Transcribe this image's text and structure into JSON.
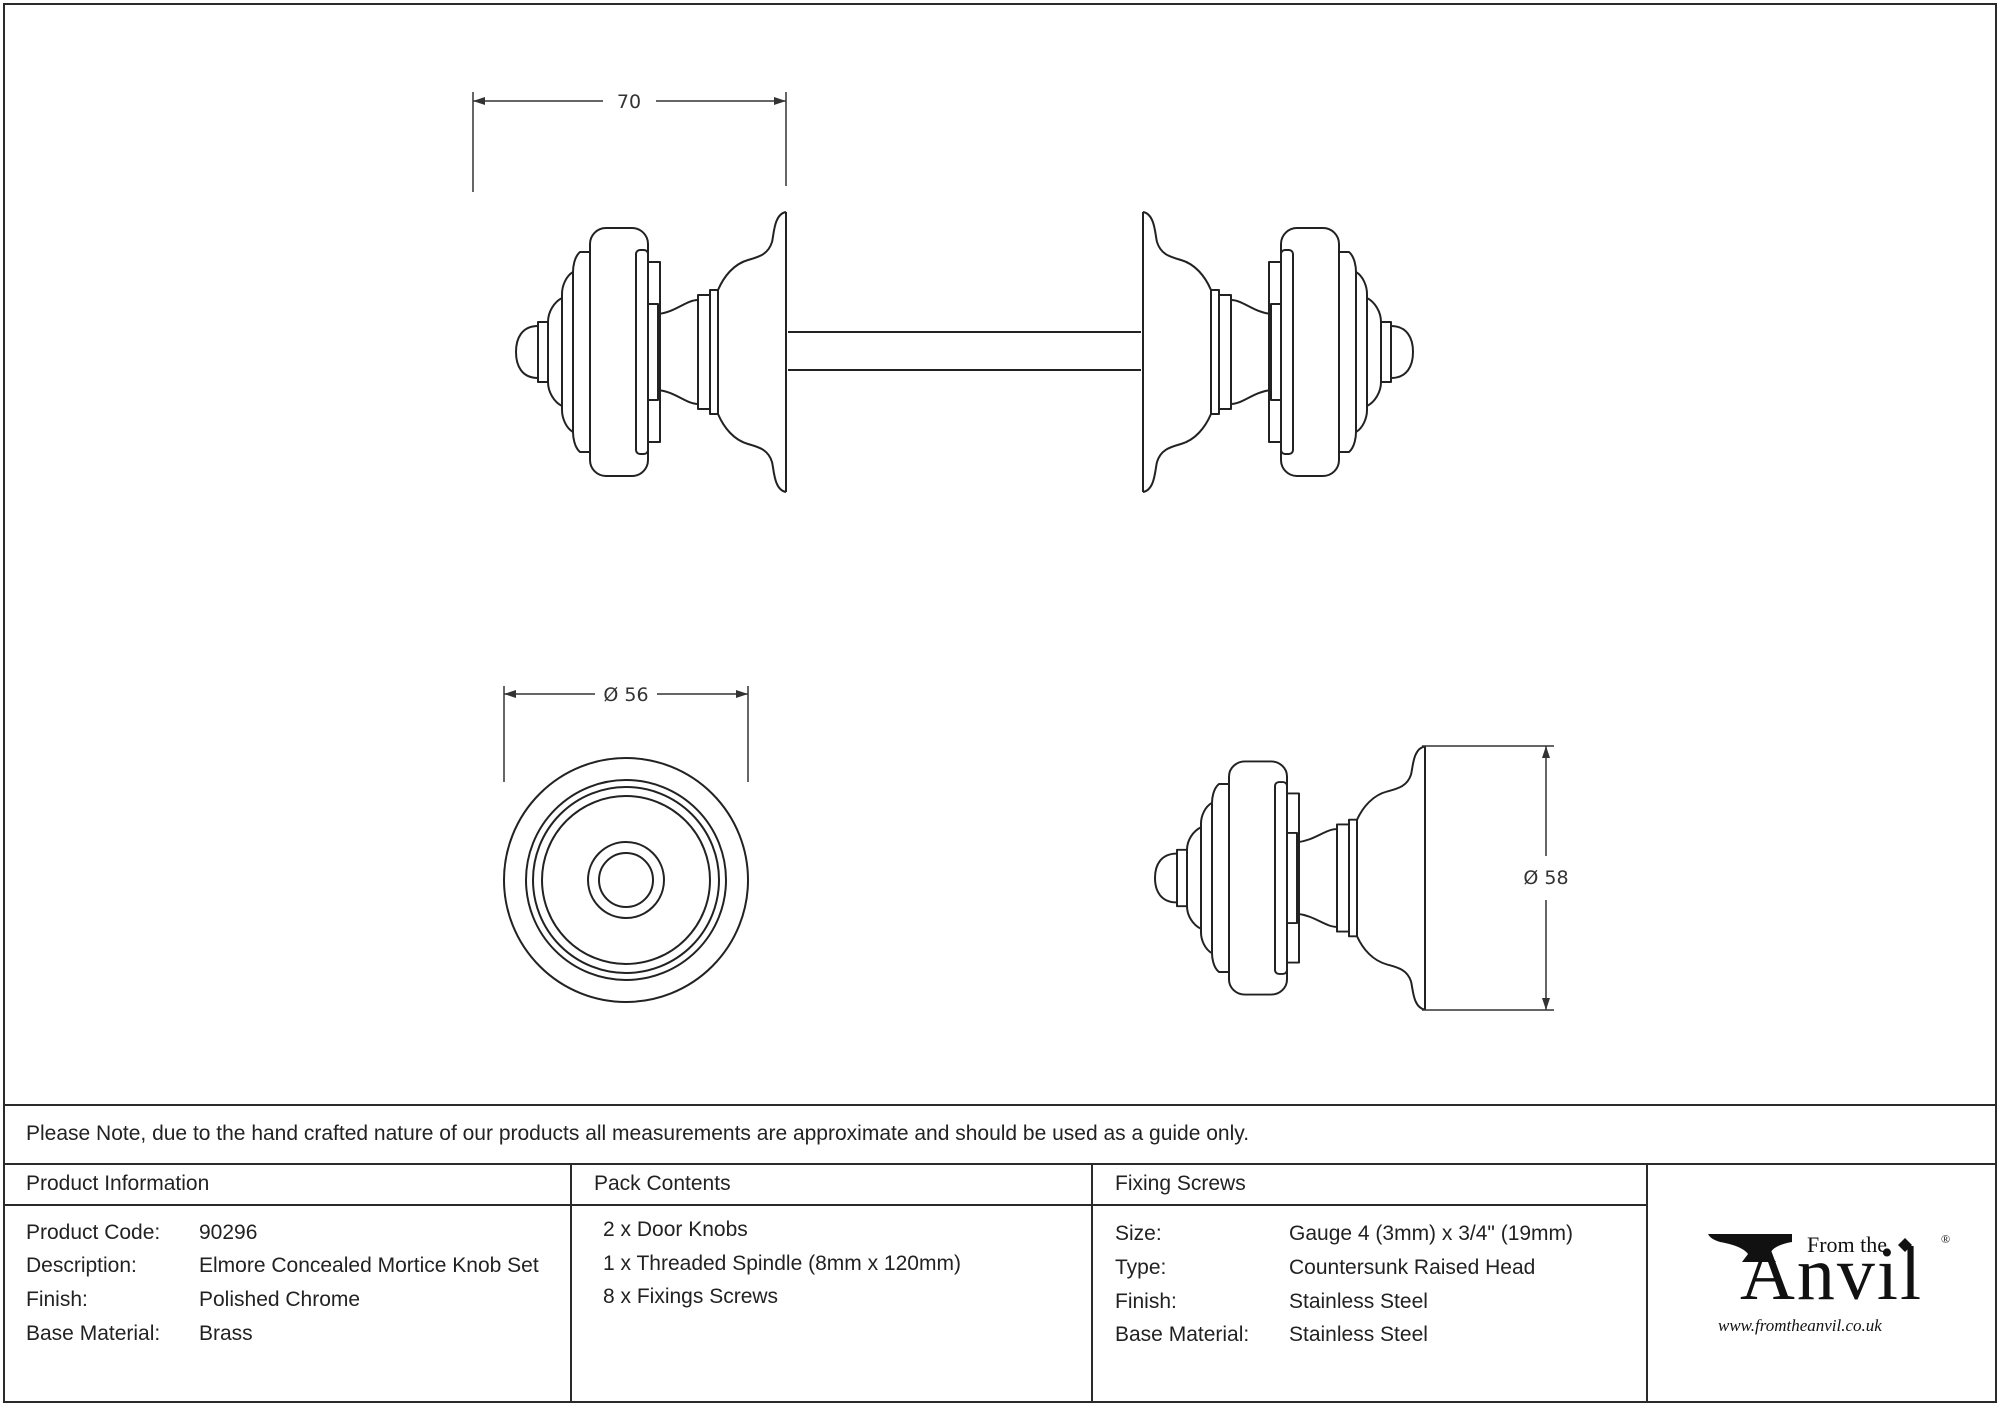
{
  "dimensions": {
    "knob_length": "70",
    "rose_diameter": "Ø 56",
    "knob_diameter": "Ø 58"
  },
  "note": "Please Note, due to the hand crafted nature of our products all measurements are approximate and should be used as a guide only.",
  "product_information": {
    "heading": "Product Information",
    "rows": [
      {
        "label": "Product Code:",
        "value": "90296"
      },
      {
        "label": "Description:",
        "value": "Elmore Concealed Mortice Knob Set"
      },
      {
        "label": "Finish:",
        "value": "Polished Chrome"
      },
      {
        "label": "Base Material:",
        "value": "Brass"
      }
    ]
  },
  "pack_contents": {
    "heading": "Pack Contents",
    "items": [
      "2 x Door Knobs",
      "1 x Threaded Spindle (8mm x 120mm)",
      "8 x Fixings Screws"
    ]
  },
  "fixing_screws": {
    "heading": "Fixing Screws",
    "rows": [
      {
        "label": "Size:",
        "value": "Gauge 4 (3mm) x 3/4\" (19mm)"
      },
      {
        "label": "Type:",
        "value": "Countersunk Raised Head"
      },
      {
        "label": "Finish:",
        "value": "Stainless Steel"
      },
      {
        "label": "Base Material:",
        "value": "Stainless Steel"
      }
    ]
  },
  "logo": {
    "line1": "From the",
    "brand": "Anvil",
    "registered": "®",
    "url": "www.fromtheanvil.co.uk"
  },
  "colors": {
    "line": "#2a2a2a",
    "text": "#222222"
  }
}
